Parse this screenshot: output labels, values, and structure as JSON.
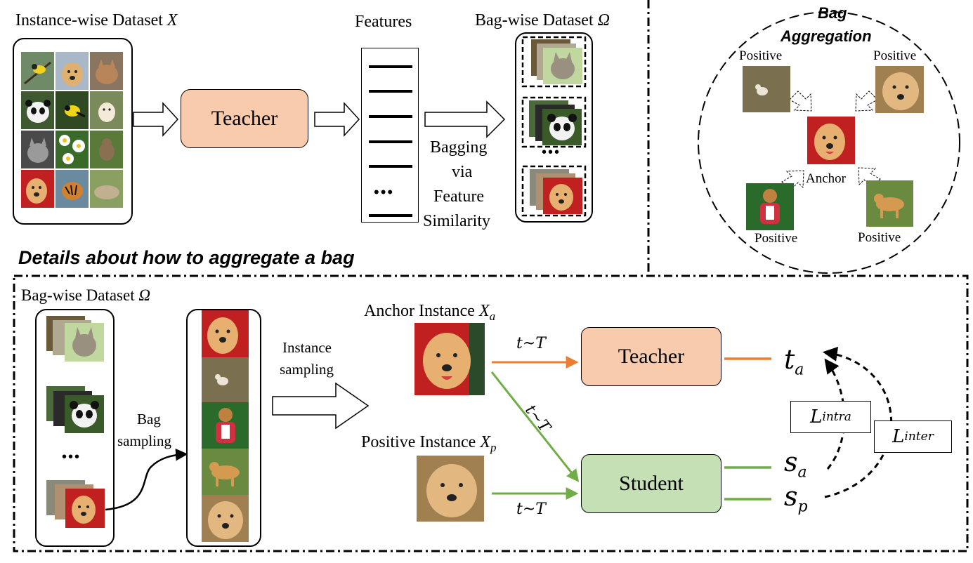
{
  "top": {
    "instance_dataset_label": "Instance-wise Dataset ",
    "instance_dataset_symbol": "X",
    "teacher_label": "Teacher",
    "features_label": "Features",
    "features_ellipsis": "•••",
    "bag_dataset_label": "Bag-wise Dataset ",
    "bag_dataset_symbol": "Ω",
    "bag_ellipsis": "•••",
    "bagging_lines": [
      "Bagging",
      "via",
      "Feature",
      "Similarity"
    ]
  },
  "bag_aggregation": {
    "title_lines": [
      "Bag",
      "Aggregation"
    ],
    "positive_label": "Positive",
    "anchor_label": "Anchor"
  },
  "details": {
    "heading": "Details about how to aggregate a bag",
    "bag_dataset_label": "Bag-wise Dataset ",
    "bag_dataset_symbol": "Ω",
    "ellipsis": "•••",
    "bag_sampling_lines": [
      "Bag",
      "sampling"
    ],
    "instance_sampling_lines": [
      "Instance",
      "sampling"
    ],
    "anchor_instance_label": "Anchor Instance ",
    "anchor_symbol": "X",
    "anchor_sub": "a",
    "positive_instance_label": "Positive Instance ",
    "positive_symbol": "X",
    "positive_sub": "p",
    "aug_label": "t~T",
    "teacher_label": "Teacher",
    "student_label": "Student",
    "t_a": "t",
    "t_a_sub": "a",
    "s_a": "s",
    "s_a_sub": "a",
    "s_p": "s",
    "s_p_sub": "p",
    "l_intra": "L",
    "l_intra_sub": "intra",
    "l_inter": "L",
    "l_inter_sub": "inter"
  },
  "colors": {
    "teacher_fill": "#f8cbad",
    "student_fill": "#c5e0b4",
    "teacher_arrow": "#ed7d31",
    "student_arrow": "#70ad47"
  }
}
